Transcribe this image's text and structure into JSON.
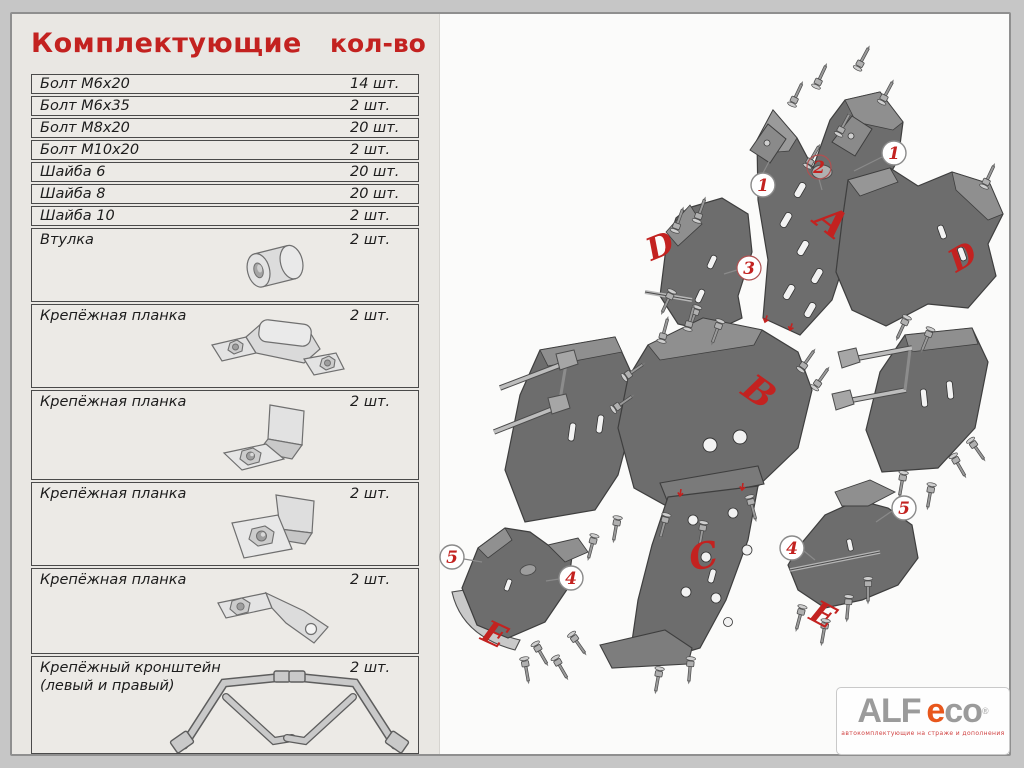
{
  "page": {
    "title_left": "Комплектующие",
    "title_right": "кол-во"
  },
  "table": {
    "rows": [
      {
        "label": "Болт М6х20",
        "qty": "14 шт."
      },
      {
        "label": "Болт М6х35",
        "qty": "2 шт."
      },
      {
        "label": "Болт М8х20",
        "qty": "20 шт."
      },
      {
        "label": "Болт М10х20",
        "qty": "2 шт."
      },
      {
        "label": "Шайба 6",
        "qty": "20 шт."
      },
      {
        "label": "Шайба 8",
        "qty": "20 шт."
      },
      {
        "label": "Шайба 10",
        "qty": "2 шт."
      },
      {
        "label": "Втулка",
        "qty": "2 шт.",
        "image": "bushing"
      },
      {
        "label": "Крепёжная планка",
        "qty": "2 шт.",
        "image": "strap-bracket"
      },
      {
        "label": "Крепёжная планка",
        "qty": "2 шт.",
        "image": "z-bracket"
      },
      {
        "label": "Крепёжная планка",
        "qty": "2 шт.",
        "image": "plate-bracket"
      },
      {
        "label": "Крепёжная планка",
        "qty": "2 шт.",
        "image": "angle-bracket"
      },
      {
        "label": "Крепёжный кронштейн",
        "label2": "(левый и правый)",
        "qty": "2 шт.",
        "image": "frame-brackets"
      }
    ]
  },
  "diagram": {
    "part_labels": {
      "a": "A",
      "b": "B",
      "c": "C",
      "d_left": "D",
      "d_right": "D",
      "e_left": "E",
      "e_right": "E"
    },
    "callouts": {
      "top_left": "1",
      "top_center": "2",
      "top_right": "1",
      "mid_left": "3",
      "e_left_outer": "5",
      "e_left_inner": "4",
      "e_right_inner": "4",
      "e_right_outer": "5"
    }
  },
  "logo": {
    "alf": "ALF",
    "e": "e",
    "co": "co",
    "reg": "®",
    "tagline": "автокомплектующие на страже и дополнения"
  },
  "colors": {
    "accent_red": "#c32220",
    "part_gray": "#6d6d6d",
    "panel_bg": "#e9e7e3",
    "logo_gray": "#9b9b9b",
    "logo_orange": "#e8571c"
  }
}
